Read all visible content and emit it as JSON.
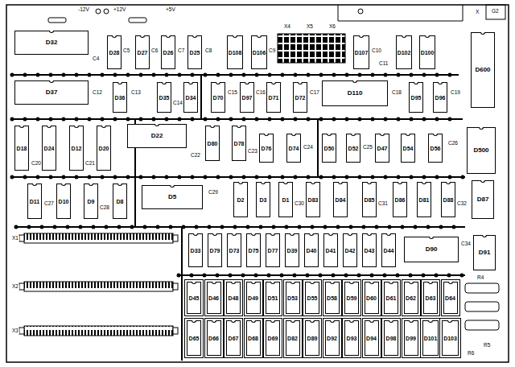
{
  "diagram": {
    "nodes": [
      {
        "text": [
          "D32"
        ]
      },
      {
        "text": [
          "D28"
        ]
      },
      {
        "text": [
          "D27"
        ]
      },
      {
        "text": [
          "D26"
        ]
      },
      {
        "text": [
          "D25"
        ]
      },
      {
        "text": [
          "D108"
        ]
      },
      {
        "text": [
          "D106"
        ]
      },
      {
        "text": [
          "D107"
        ]
      },
      {
        "text": [
          "D102"
        ]
      },
      {
        "text": [
          "D100"
        ]
      },
      {
        "text": [
          "D600"
        ]
      },
      {
        "text": [
          "D37"
        ]
      },
      {
        "text": [
          "D36"
        ]
      },
      {
        "text": [
          "D35"
        ]
      },
      {
        "text": [
          "D34"
        ]
      },
      {
        "text": [
          "D70"
        ]
      },
      {
        "text": [
          "D97"
        ]
      },
      {
        "text": [
          "D71"
        ]
      },
      {
        "text": [
          "D72"
        ]
      },
      {
        "text": [
          "D110"
        ]
      },
      {
        "text": [
          "D95"
        ]
      },
      {
        "text": [
          "D96"
        ]
      },
      {
        "text": [
          "D18"
        ]
      },
      {
        "text": [
          "D24"
        ]
      },
      {
        "text": [
          "D12"
        ]
      },
      {
        "text": [
          "D20"
        ]
      },
      {
        "text": [
          "D22"
        ]
      },
      {
        "text": [
          "D80"
        ]
      },
      {
        "text": [
          "D78"
        ]
      },
      {
        "text": [
          "D76"
        ]
      },
      {
        "text": [
          "D74"
        ]
      },
      {
        "text": [
          "D50"
        ]
      },
      {
        "text": [
          "D52"
        ]
      },
      {
        "text": [
          "D47"
        ]
      },
      {
        "text": [
          "D54"
        ]
      },
      {
        "text": [
          "D56"
        ]
      },
      {
        "text": [
          "D500"
        ]
      },
      {
        "text": [
          "D11"
        ]
      },
      {
        "text": [
          "D10"
        ]
      },
      {
        "text": [
          "D9"
        ]
      },
      {
        "text": [
          "D8"
        ]
      },
      {
        "text": [
          "D5"
        ]
      },
      {
        "text": [
          "D2"
        ]
      },
      {
        "text": [
          "D3"
        ]
      },
      {
        "text": [
          "D1"
        ]
      },
      {
        "text": [
          "D83"
        ]
      },
      {
        "text": [
          "D84"
        ]
      },
      {
        "text": [
          "D85"
        ]
      },
      {
        "text": [
          "D86"
        ]
      },
      {
        "text": [
          "D81"
        ]
      },
      {
        "text": [
          "D88"
        ]
      },
      {
        "text": [
          "D87"
        ]
      },
      {
        "text": [
          "D33"
        ]
      },
      {
        "text": [
          "D79"
        ]
      },
      {
        "text": [
          "D73"
        ]
      },
      {
        "text": [
          "D75"
        ]
      },
      {
        "text": [
          "D77"
        ]
      },
      {
        "text": [
          "D39"
        ]
      },
      {
        "text": [
          "D40"
        ]
      },
      {
        "text": [
          "D41"
        ]
      },
      {
        "text": [
          "D42"
        ]
      },
      {
        "text": [
          "D43"
        ]
      },
      {
        "text": [
          "D44"
        ]
      },
      {
        "text": [
          "D90"
        ]
      },
      {
        "text": [
          "D91"
        ]
      },
      {
        "text": [
          "D45"
        ]
      },
      {
        "text": [
          "D46"
        ]
      },
      {
        "text": [
          "D48"
        ]
      },
      {
        "text": [
          "D49"
        ]
      },
      {
        "text": [
          "D51"
        ]
      },
      {
        "text": [
          "D53"
        ]
      },
      {
        "text": [
          "D55"
        ]
      },
      {
        "text": [
          "D58"
        ]
      },
      {
        "text": [
          "D59"
        ]
      },
      {
        "text": [
          "D60"
        ]
      },
      {
        "text": [
          "D61"
        ]
      },
      {
        "text": [
          "D62"
        ]
      },
      {
        "text": [
          "D63"
        ]
      },
      {
        "text": [
          "D64"
        ]
      },
      {
        "text": [
          "D65"
        ]
      },
      {
        "text": [
          "D66"
        ]
      },
      {
        "text": [
          "D67"
        ]
      },
      {
        "text": [
          "D68"
        ]
      },
      {
        "text": [
          "D69"
        ]
      },
      {
        "text": [
          "D82"
        ]
      },
      {
        "text": [
          "D89"
        ]
      },
      {
        "text": [
          "D92"
        ]
      },
      {
        "text": [
          "D93"
        ]
      },
      {
        "text": [
          "D94"
        ]
      },
      {
        "text": [
          "D98"
        ]
      },
      {
        "text": [
          "D99"
        ]
      },
      {
        "text": [
          "D101"
        ]
      },
      {
        "text": [
          "D103"
        ]
      }
    ],
    "labels": [
      "G2",
      "X",
      "-12V",
      "+12V",
      "+5V",
      "X4",
      "X5",
      "X6",
      "C4",
      "C5",
      "C6",
      "C7",
      "C8",
      "C9",
      "C10",
      "C11",
      "C12",
      "C13",
      "C14",
      "C15",
      "C16",
      "C17",
      "C18",
      "C19",
      "C20",
      "C21",
      "C22",
      "C23",
      "C24",
      "C25",
      "C26",
      "C27",
      "C28",
      "C29",
      "C30",
      "C31",
      "C32",
      "C34",
      "X1",
      "X2",
      "X3",
      "R4",
      "R5",
      "R6"
    ]
  }
}
